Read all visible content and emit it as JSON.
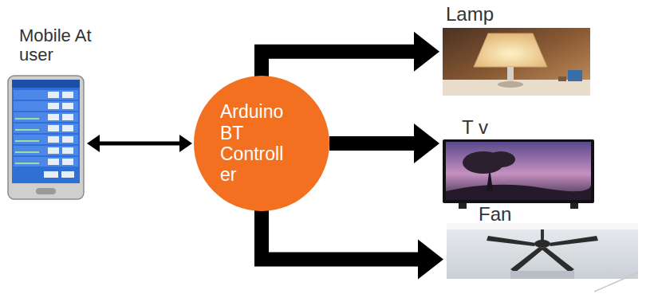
{
  "diagram": {
    "nodes": [
      {
        "text": [
          "Mobile At user"
        ]
      },
      {
        "text": [
          "Arduino BT Controll er"
        ]
      },
      {
        "text": [
          "Lamp"
        ]
      },
      {
        "text": [
          "T v"
        ]
      },
      {
        "text": [
          "Fan"
        ]
      }
    ],
    "edges": [
      {
        "from": 0,
        "to": 1,
        "arrow": "both"
      },
      {
        "from": 1,
        "to": 2,
        "arrow": "to"
      },
      {
        "from": 1,
        "to": 3,
        "arrow": "to"
      },
      {
        "from": 1,
        "to": 4,
        "arrow": "to"
      }
    ]
  }
}
